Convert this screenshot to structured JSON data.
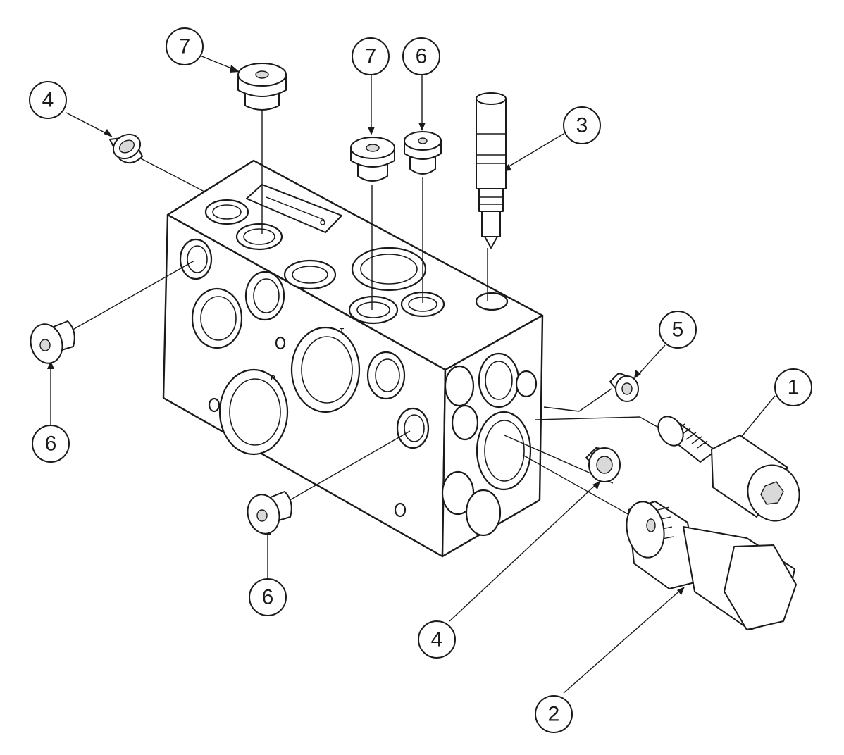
{
  "callouts": {
    "c1": "1",
    "c2": "2",
    "c3": "3",
    "c4a": "4",
    "c4b": "4",
    "c5": "5",
    "c6a": "6",
    "c6b": "6",
    "c6c": "6",
    "c7a": "7",
    "c7b": "7"
  },
  "port_labels": {
    "p": "P",
    "t": "T"
  },
  "colors": {
    "line": "#1a1a1a",
    "background": "#ffffff"
  }
}
